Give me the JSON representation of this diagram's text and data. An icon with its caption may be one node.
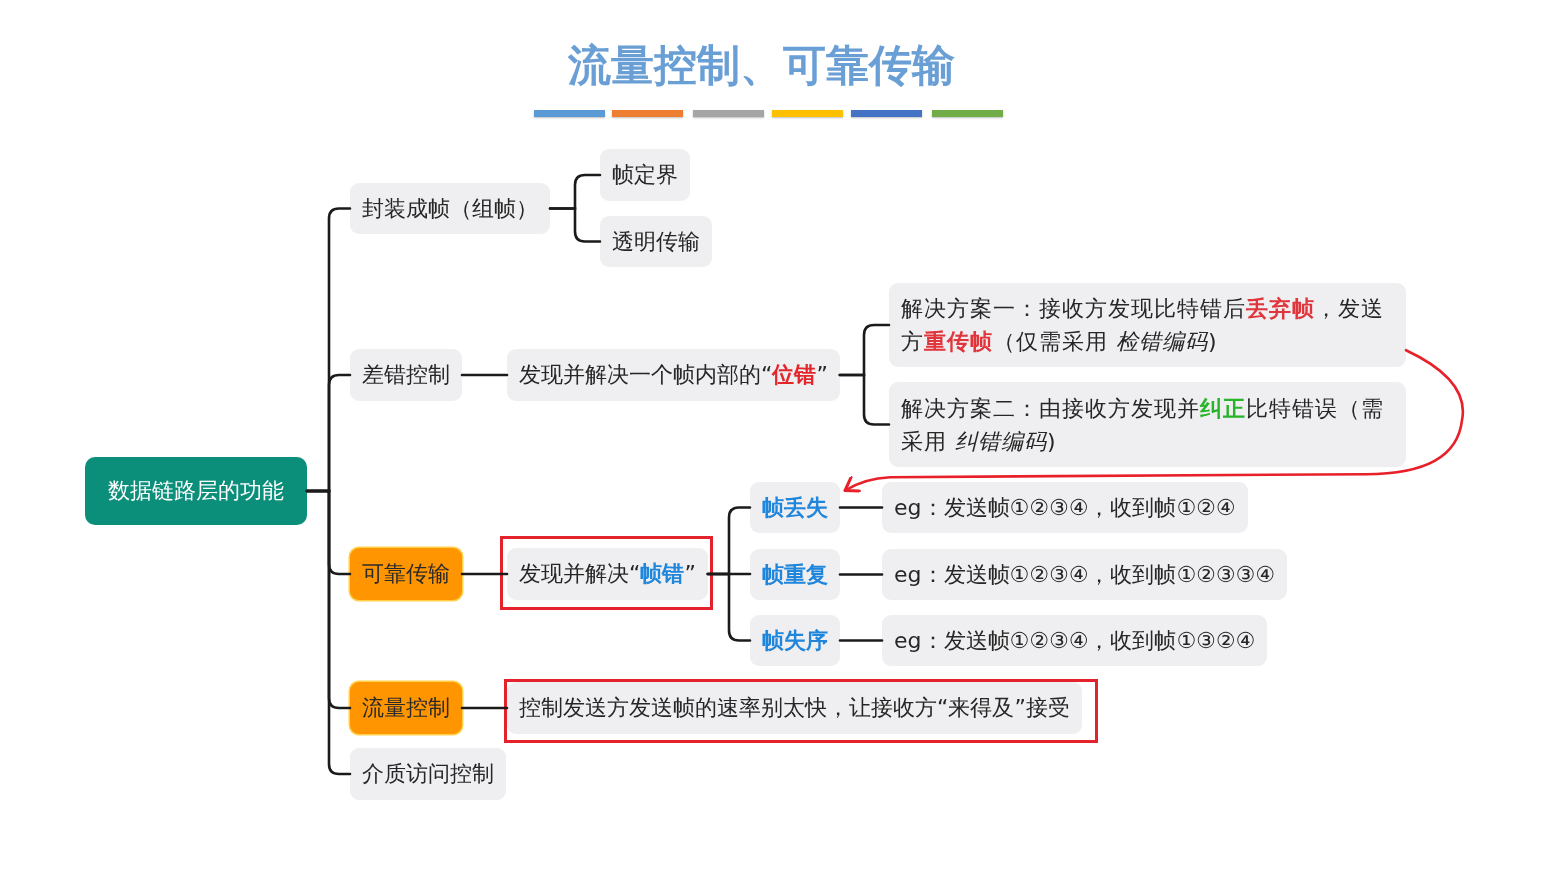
{
  "diagram": {
    "title": "流量控制、可靠传输",
    "nodes": [
      {
        "text": [
          "数据链路层的功能"
        ]
      },
      {
        "text": [
          "封装成帧（组帧）"
        ]
      },
      {
        "text": [
          "帧定界"
        ]
      },
      {
        "text": [
          "透明传输"
        ]
      },
      {
        "text": [
          "差错控制"
        ]
      },
      {
        "text": [
          "发现并解决一个帧内部的“**位错**”"
        ]
      },
      {
        "text": [
          "解决方案一：接收方发现比特错后**丢弃帧**，发送方**重传帧**（仅需采用 *检错编码*)"
        ]
      },
      {
        "text": [
          "解决方案二：由接收方发现并**纠正**比特错误（需采用 *纠错编码*)"
        ]
      },
      {
        "text": [
          "可靠传输"
        ]
      },
      {
        "text": [],
        "shape": "box"
      },
      {
        "text": [
          "发现并解决“**帧错**”"
        ],
        "in": 9
      },
      {
        "text": [
          "帧丢失"
        ]
      },
      {
        "text": [
          "eg：发送帧①②③④，收到帧①②④"
        ]
      },
      {
        "text": [
          "帧重复"
        ]
      },
      {
        "text": [
          "eg：发送帧①②③④，收到帧①②③③④"
        ]
      },
      {
        "text": [
          "帧失序"
        ]
      },
      {
        "text": [
          "eg：发送帧①②③④，收到帧①③②④"
        ]
      },
      {
        "text": [
          "流量控制"
        ]
      },
      {
        "text": [],
        "shape": "box"
      },
      {
        "text": [
          "控制发送方发送帧的速率别太快，让接收方“来得及”接受"
        ],
        "in": 18
      },
      {
        "text": [
          "介质访问控制"
        ]
      }
    ],
    "edges": [
      {
        "from": 0,
        "to": 1,
        "arrow": "none"
      },
      {
        "from": 0,
        "to": 4,
        "arrow": "none"
      },
      {
        "from": 0,
        "to": 8,
        "arrow": "none"
      },
      {
        "from": 0,
        "to": 17,
        "arrow": "none"
      },
      {
        "from": 0,
        "to": 20,
        "arrow": "none"
      },
      {
        "from": 1,
        "to": 2,
        "arrow": "none"
      },
      {
        "from": 1,
        "to": 3,
        "arrow": "none"
      },
      {
        "from": 4,
        "to": 5,
        "arrow": "none"
      },
      {
        "from": 5,
        "to": 6,
        "arrow": "none"
      },
      {
        "from": 5,
        "to": 7,
        "arrow": "none"
      },
      {
        "from": 8,
        "to": 10,
        "arrow": "none"
      },
      {
        "from": 10,
        "to": 11,
        "arrow": "none"
      },
      {
        "from": 10,
        "to": 13,
        "arrow": "none"
      },
      {
        "from": 10,
        "to": 15,
        "arrow": "none"
      },
      {
        "from": 11,
        "to": 12,
        "arrow": "none"
      },
      {
        "from": 13,
        "to": 14,
        "arrow": "none"
      },
      {
        "from": 15,
        "to": 16,
        "arrow": "none"
      },
      {
        "from": 17,
        "to": 19,
        "arrow": "none"
      },
      {
        "from": 6,
        "to": 11,
        "arrow": "to",
        "color": "#e8202a"
      }
    ]
  }
}
